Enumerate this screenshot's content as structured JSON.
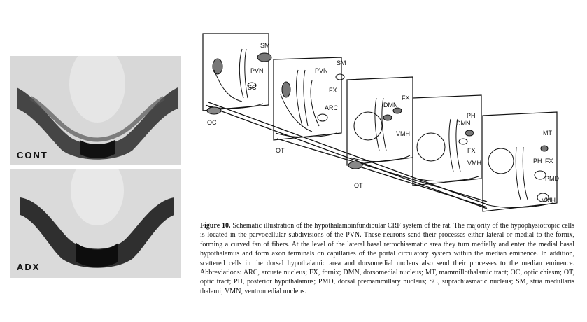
{
  "panels": {
    "top_label": "CONT",
    "bottom_label": "ADX"
  },
  "diagram": {
    "labels": {
      "sm1": "SM",
      "pvn1": "PVN",
      "sc": "SC",
      "oc": "OC",
      "pvn2": "PVN",
      "sm2": "SM",
      "fx2": "FX",
      "arc": "ARC",
      "ot2": "OT",
      "fx3": "FX",
      "dmn3": "DMN",
      "vmh3": "VMH",
      "ot3": "OT",
      "ph4": "PH",
      "dmn4": "DMN",
      "fx4": "FX",
      "vmh4": "VMH",
      "mt5": "MT",
      "ph5": "PH",
      "fx5": "FX",
      "pmd5": "PMD",
      "vmh5": "VMH"
    }
  },
  "caption": {
    "figure_label": "Figure 10.",
    "text": " Schematic illustration of the hypothalamoinfundibular CRF system of the rat. The majority of the hypophysiotropic cells is located in the parvocellular subdivisions of the PVN. These neurons send their processes either lateral or medial to the fornix, forming a curved fan of fibers. At the level of the lateral basal retrochiasmatic area they turn medially and enter the medial basal hypothalamus and form axon terminals on capillaries of the portal circulatory system within the median eminence. In addition, scattered cells in the dorsal hypothalamic area and dorsomedial nucleus also send their processes to the median eminence. Abbreviations: ARC, arcuate nucleus; FX, fornix; DMN, dorsomedial nucleus; MT, mammillothalamic tract; OC, optic chiasm; OT, optic tract; PH, posterior hypothalamus; PMD, dorsal premammillary nucleus; SC, suprachiasmatic nucleus; SM, stria medullaris thalami; VMN, ventromedial nucleus."
  }
}
